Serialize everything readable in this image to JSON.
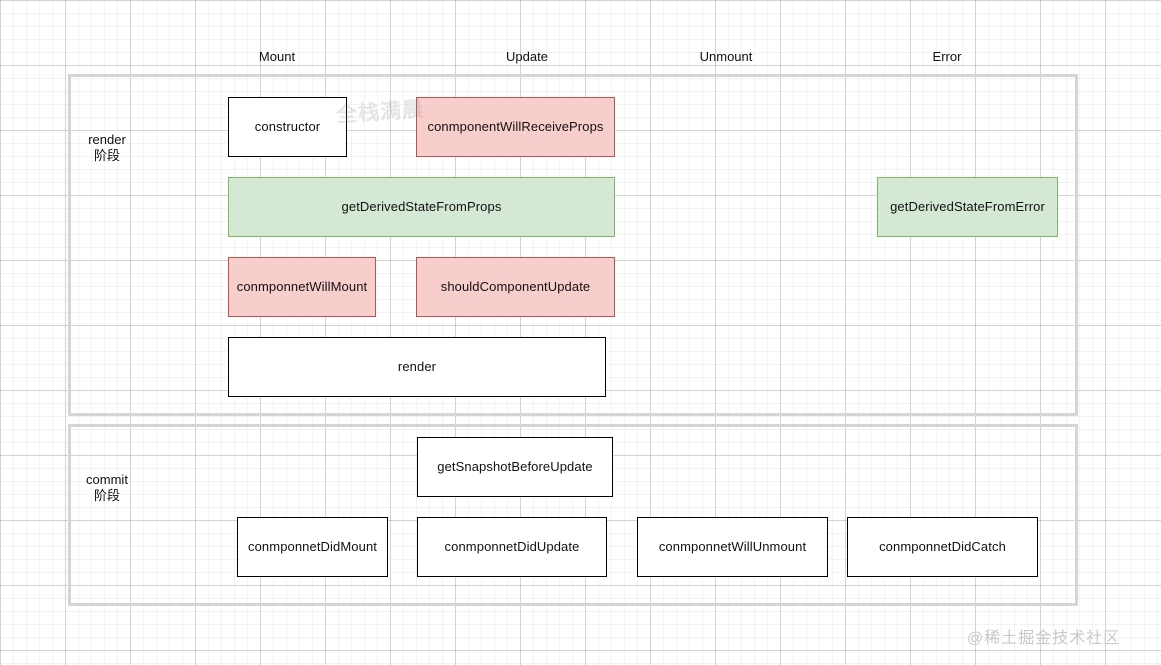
{
  "columns": [
    {
      "label": "Mount"
    },
    {
      "label": "Update"
    },
    {
      "label": "Unmount"
    },
    {
      "label": "Error"
    }
  ],
  "phases": [
    {
      "name": "render",
      "line1": "render",
      "line2": "阶段"
    },
    {
      "name": "commit",
      "line1": "commit",
      "line2": "阶段"
    }
  ],
  "nodes": {
    "constructor": "constructor",
    "component_will_receive_props": "conmponentWillReceiveProps",
    "get_derived_state_from_props": "getDerivedStateFromProps",
    "get_derived_state_from_error": "getDerivedStateFromError",
    "component_will_mount": "conmponnetWillMount",
    "should_component_update": "shouldComponentUpdate",
    "render": "render",
    "get_snapshot_before_update": "getSnapshotBeforeUpdate",
    "component_did_mount": "conmponnetDidMount",
    "component_did_update": "conmponnetDidUpdate",
    "component_will_unmount": "conmponnetWillUnmount",
    "component_did_catch": "conmponnetDidCatch"
  },
  "watermarks": {
    "center": "全栈满晨",
    "corner": "@稀土掘金技术社区"
  },
  "colors": {
    "red_fill": "#f8cecc",
    "red_stroke": "#b85450",
    "green_fill": "#d5e8d4",
    "green_stroke": "#82b366",
    "white_fill": "#ffffff",
    "black_stroke": "#000000",
    "container_stroke": "#d5d5d5"
  }
}
